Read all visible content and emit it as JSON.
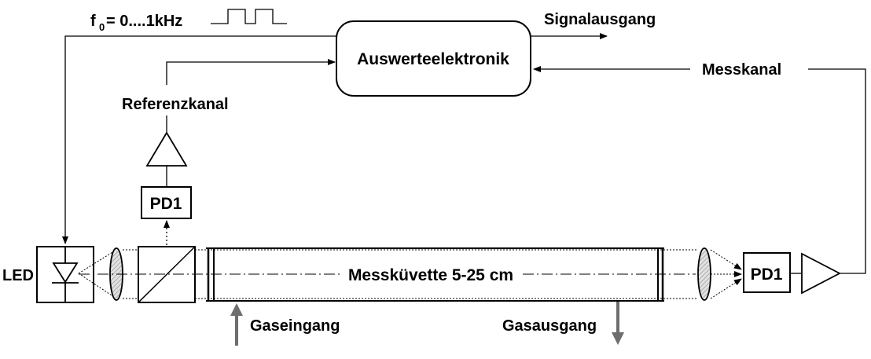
{
  "frequency": {
    "prefix": "f",
    "subscript": "0",
    "value": "= 0....1kHz"
  },
  "labels": {
    "signal_output": "Signalausgang",
    "evaluation_electronics": "Auswerteelektronik",
    "measurement_channel": "Messkanal",
    "reference_channel": "Referenzkanal",
    "pd1_reference": "PD1",
    "pd1_measurement": "PD1",
    "led": "LED",
    "cuvette": "Messküvette 5-25 cm",
    "gas_inlet": "Gaseingang",
    "gas_outlet": "Gasausgang"
  },
  "colors": {
    "line": "#000000",
    "gas_arrow": "#6e6e6e",
    "lens_fill": "#cfcfcf"
  }
}
